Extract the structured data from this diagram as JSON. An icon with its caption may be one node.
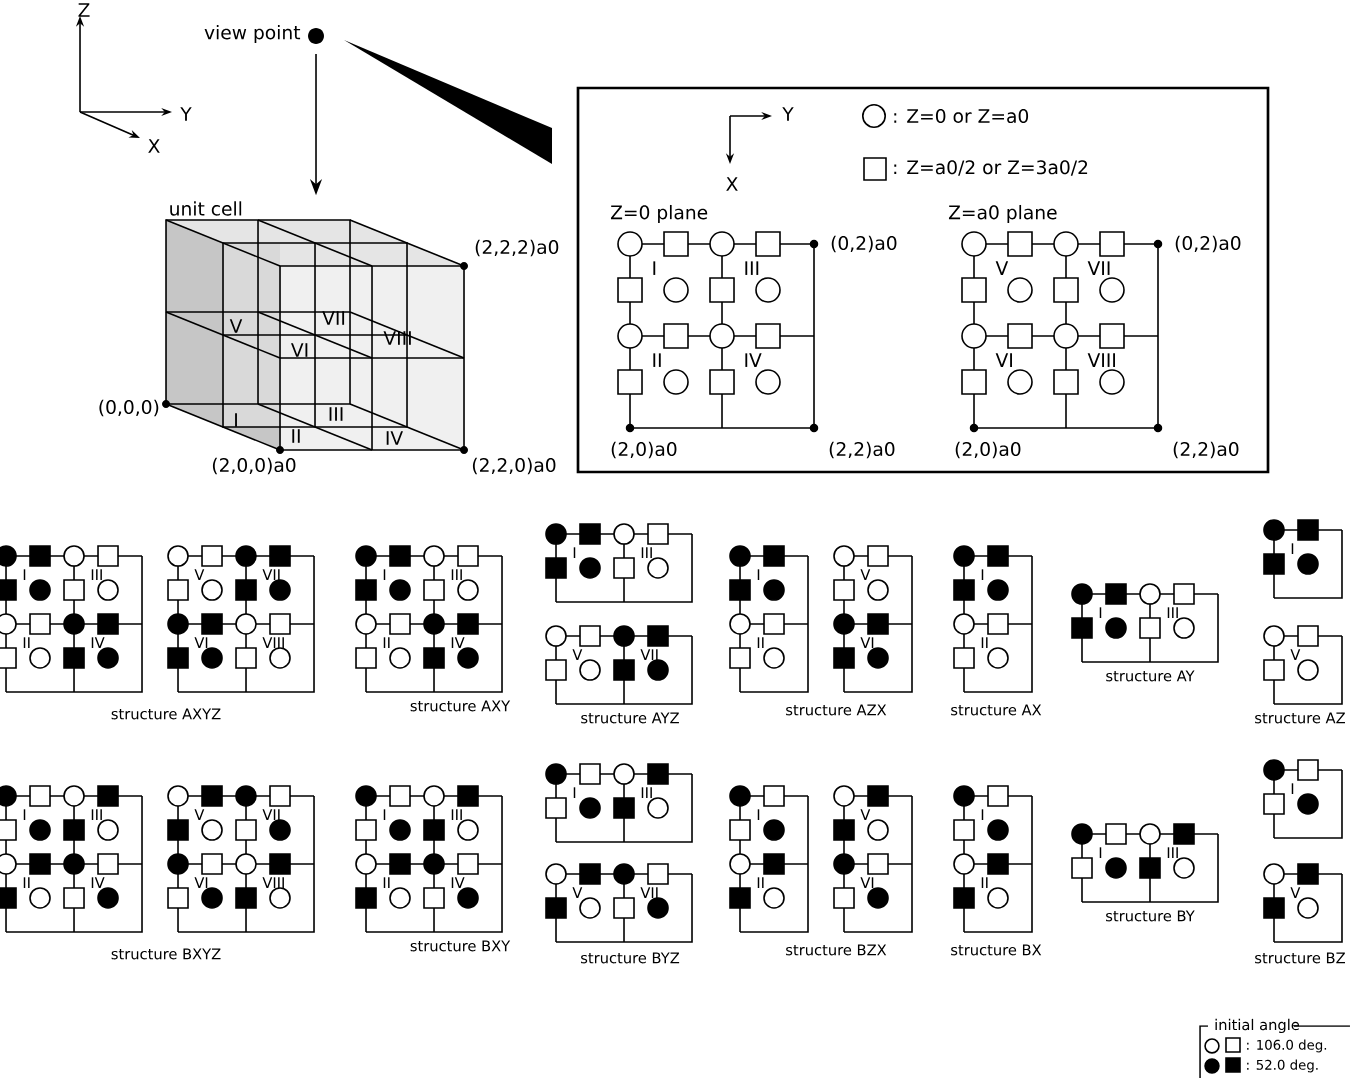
{
  "diagram": {
    "nodes": [
      {
        "text": [
          "view point"
        ]
      },
      {
        "text": [
          "unit cell"
        ]
      }
    ],
    "edges": [
      {
        "from": 0,
        "to": 1,
        "arrow": "to"
      }
    ],
    "labels": [
      "Z",
      "Y",
      "X",
      "(2,2,2)a0",
      "V",
      "VII",
      "VI",
      "VIII",
      "(0,0,0)",
      "I",
      "III",
      "II",
      "IV",
      "(2,0,0)a0",
      "(2,2,0)a0",
      "Y",
      "X",
      ": Z=0 or Z=a0",
      ": Z=a0/2 or Z=3a0/2",
      "Z=0 plane",
      "Z=a0 plane",
      "I",
      "III",
      "II",
      "IV",
      "(0,2)a0",
      "(2,0)a0",
      "(2,2)a0",
      "V",
      "VII",
      "VI",
      "VIII",
      "(0,2)a0",
      "(2,0)a0",
      "(2,2)a0",
      "I",
      "III",
      "II",
      "IV",
      "V",
      "VII",
      "VI",
      "VIII",
      "structure AXYZ",
      "I",
      "III",
      "II",
      "IV",
      "structure AXY",
      "I",
      "III",
      "V",
      "VII",
      "structure AYZ",
      "I",
      "II",
      "V",
      "VI",
      "structure AZX",
      "I",
      "II",
      "structure AX",
      "I",
      "III",
      "structure AY",
      "I",
      "V",
      "structure AZ",
      "I",
      "III",
      "II",
      "IV",
      "V",
      "VII",
      "VI",
      "VIII",
      "structure BXYZ",
      "I",
      "III",
      "II",
      "IV",
      "structure BXY",
      "I",
      "III",
      "V",
      "VII",
      "structure BYZ",
      "I",
      "II",
      "V",
      "VI",
      "structure BZX",
      "I",
      "II",
      "structure BX",
      "I",
      "III",
      "structure BY",
      "I",
      "V",
      "structure BZ",
      "initial angle"
    ],
    "legend": [
      {
        "text": ": 106.0 deg."
      },
      {
        "text": ": 52.0 deg."
      }
    ]
  }
}
